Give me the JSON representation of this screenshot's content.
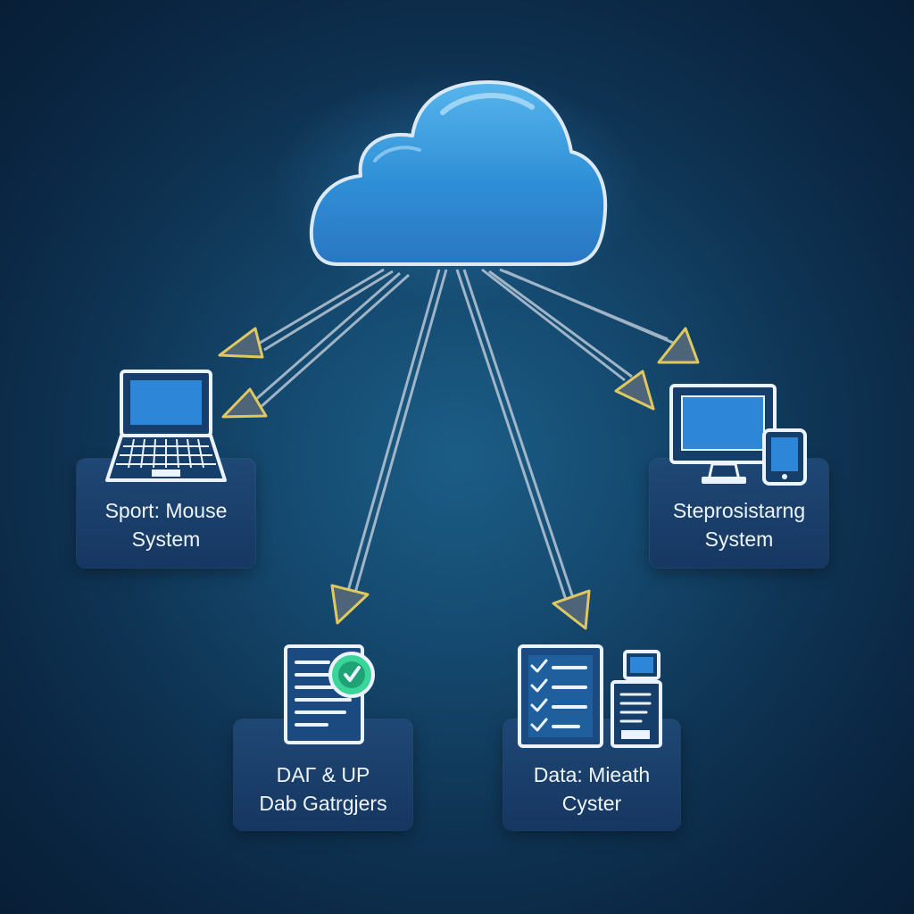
{
  "diagram": {
    "hub": {
      "name": "cloud"
    },
    "nodes": [
      {
        "id": "left",
        "icon": "laptop-icon",
        "line1": "Sport: Mouse",
        "line2": "System"
      },
      {
        "id": "right",
        "icon": "desktop-and-tablet-icon",
        "line1": "Steprosistarng",
        "line2": "System"
      },
      {
        "id": "bottom-left",
        "icon": "document-with-badge-icon",
        "line1": "DAΓ & UP",
        "line2": "Dab Gatrgjers"
      },
      {
        "id": "bottom-right",
        "icon": "checklist-and-device-icon",
        "line1": "Data: Mieath",
        "line2": "Cyster"
      }
    ],
    "colors": {
      "background": "#0f3555",
      "cloud": "#2f8fd6",
      "arrow_line": "#b9c7d6",
      "arrowhead_fill": "#4e6478",
      "arrowhead_stroke": "#e0c860",
      "icon_stroke": "#eaf3ff",
      "icon_screen": "#2d86d8",
      "label_box": "#1e4774",
      "label_text": "#eef4fb",
      "badge": "#3bd59a"
    }
  }
}
